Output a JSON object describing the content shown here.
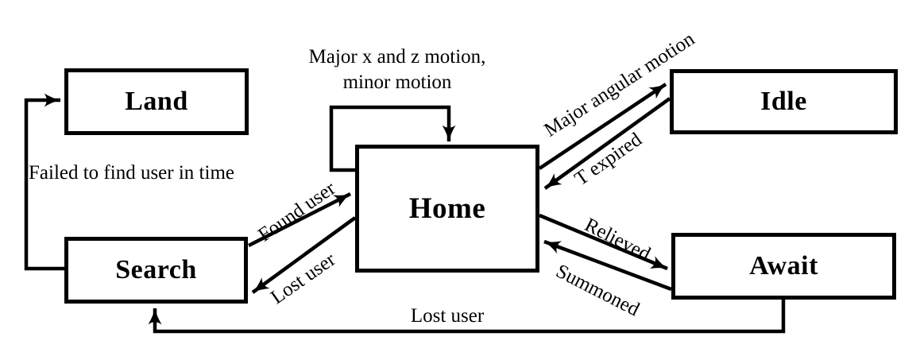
{
  "diagram": {
    "title": "drone-behavior-state-machine",
    "colors": {
      "line": "#000000",
      "background": "#ffffff",
      "box_fill": "#ffffff"
    },
    "states": {
      "land": {
        "label": "Land"
      },
      "search": {
        "label": "Search"
      },
      "home": {
        "label": "Home"
      },
      "idle": {
        "label": "Idle"
      },
      "await": {
        "label": "Await"
      }
    },
    "transitions": {
      "home_self_loop": {
        "from": "Home",
        "to": "Home",
        "label_line1": "Major x and z motion,",
        "label_line2": "minor motion"
      },
      "home_to_idle": {
        "from": "Home",
        "to": "Idle",
        "label": "Major angular motion"
      },
      "idle_to_home": {
        "from": "Idle",
        "to": "Home",
        "label": "T expired"
      },
      "search_to_home": {
        "from": "Search",
        "to": "Home",
        "label": "Found user"
      },
      "home_to_search": {
        "from": "Home",
        "to": "Search",
        "label": "Lost user"
      },
      "home_to_await": {
        "from": "Home",
        "to": "Await",
        "label": "Relieved"
      },
      "await_to_home": {
        "from": "Await",
        "to": "Home",
        "label": "Summoned"
      },
      "search_to_land": {
        "from": "Search",
        "to": "Land",
        "label": "Failed to find user in time"
      },
      "await_to_search": {
        "from": "Await",
        "to": "Search",
        "label": "Lost user"
      }
    }
  }
}
